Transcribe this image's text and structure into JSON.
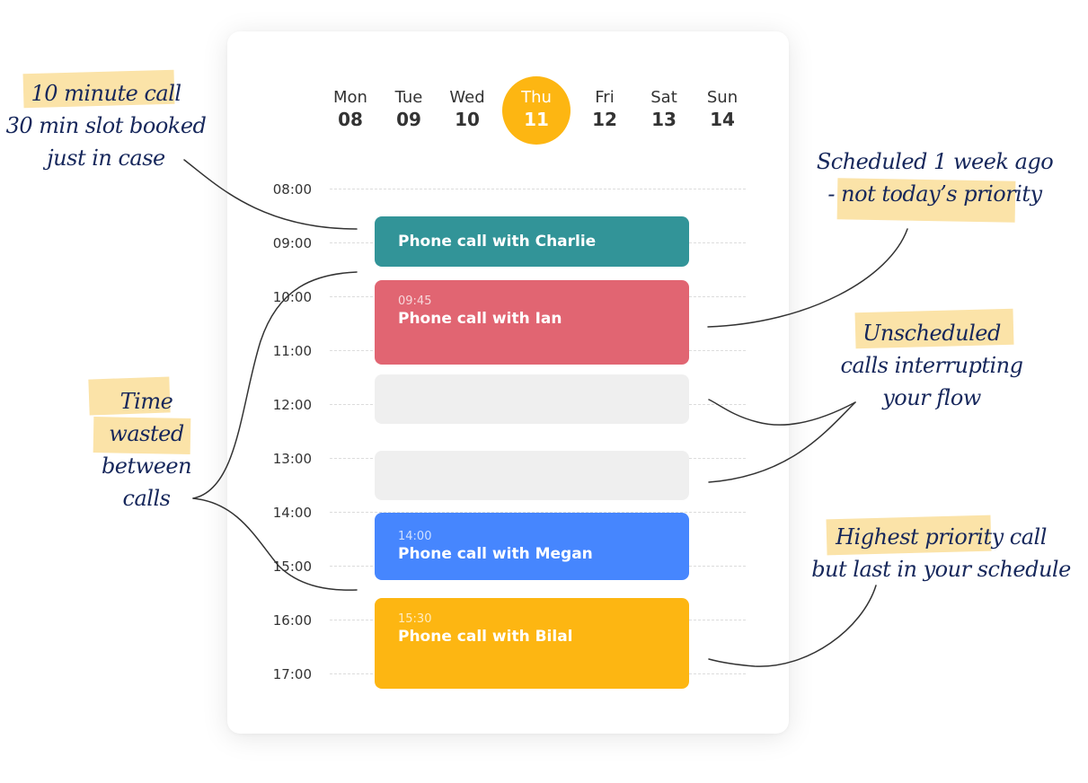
{
  "colors": {
    "highlight": "#FBE3A8",
    "today": "#FDB612",
    "teal": "#329498",
    "red": "#E16572",
    "blue": "#4686FE",
    "yellow": "#FDB612",
    "note_ink": "#16275B"
  },
  "days": [
    {
      "name": "Mon",
      "num": "08"
    },
    {
      "name": "Tue",
      "num": "09"
    },
    {
      "name": "Wed",
      "num": "10"
    },
    {
      "name": "Thu",
      "num": "11"
    },
    {
      "name": "Fri",
      "num": "12"
    },
    {
      "name": "Sat",
      "num": "13"
    },
    {
      "name": "Sun",
      "num": "14"
    }
  ],
  "times": [
    "08:00",
    "09:00",
    "10:00",
    "11:00",
    "12:00",
    "13:00",
    "14:00",
    "15:00",
    "16:00",
    "17:00"
  ],
  "events": {
    "charlie": {
      "time": "",
      "title": "Phone call with Charlie"
    },
    "ian": {
      "time": "09:45",
      "title": "Phone call with Ian"
    },
    "megan": {
      "time": "14:00",
      "title": "Phone call with Megan"
    },
    "bilal": {
      "time": "15:30",
      "title": "Phone call with Bilal"
    }
  },
  "annotations": {
    "ten_minute": [
      "10 minute call",
      "30 min slot booked",
      "just in case"
    ],
    "scheduled_week": [
      "Scheduled 1 week ago",
      "- not today’s priority"
    ],
    "unscheduled": [
      "Unscheduled",
      "calls interrupting",
      "your flow"
    ],
    "time_wasted": [
      "Time",
      "wasted",
      "between",
      "calls"
    ],
    "highest_priority": [
      "Highest priority call",
      "but last in your schedule"
    ]
  }
}
